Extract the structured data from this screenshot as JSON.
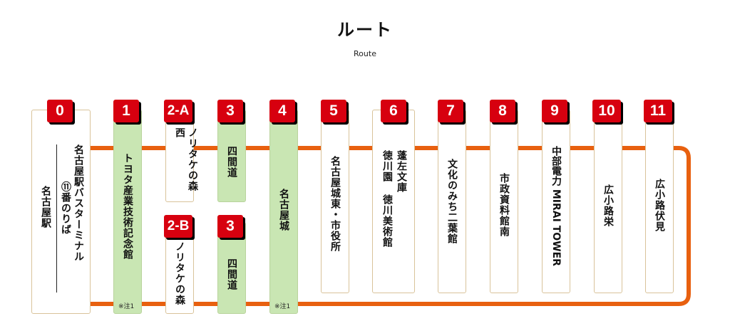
{
  "header": {
    "title": "ルート",
    "subtitle": "Route"
  },
  "stops": {
    "s0": {
      "number": "0",
      "name": "名古屋駅",
      "sub": "名古屋駅バスターミナル",
      "sub_marker": "⑪番のりば"
    },
    "s1": {
      "number": "1",
      "name": "トヨタ産業技術記念館",
      "note": "※注1"
    },
    "s2a": {
      "number": "2-A",
      "name": "ノリタケの森西"
    },
    "s2b": {
      "number": "2-B",
      "name": "ノリタケの森"
    },
    "s3a": {
      "number": "3",
      "name": "四間道"
    },
    "s3b": {
      "number": "3",
      "name": "四間道"
    },
    "s4": {
      "number": "4",
      "name": "名古屋城",
      "note": "※注1"
    },
    "s5": {
      "number": "5",
      "name": "名古屋城東・市役所"
    },
    "s6": {
      "number": "6",
      "name_line1": "蓬左文庫",
      "name_line2": "徳川園 徳川美術館"
    },
    "s7": {
      "number": "7",
      "name": "文化のみち二葉館"
    },
    "s8": {
      "number": "8",
      "name": "市政資料館南"
    },
    "s9": {
      "number": "9",
      "name": "中部電力 MIRAI TOWER"
    },
    "s10": {
      "number": "10",
      "name": "広小路栄"
    },
    "s11": {
      "number": "11",
      "name": "広小路伏見"
    }
  },
  "colors": {
    "route": "#e8600f",
    "badge": "#d7000f",
    "highlight": "#c9e6b3"
  }
}
